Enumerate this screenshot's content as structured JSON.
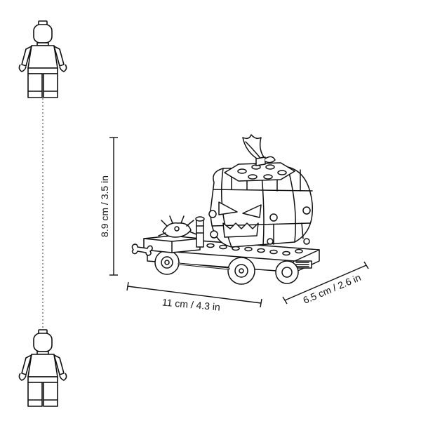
{
  "dimensions": {
    "height_label": "8.9 cm / 3.5 in",
    "width_label": "11 cm / 4.3 in",
    "depth_label": "6.5 cm / 2.6 in"
  },
  "figures": {
    "top": "minifigure-icon",
    "bottom": "minifigure-icon"
  },
  "model": "pumpkin-carriage-icon",
  "colors": {
    "line": "#111111",
    "background": "#ffffff"
  }
}
